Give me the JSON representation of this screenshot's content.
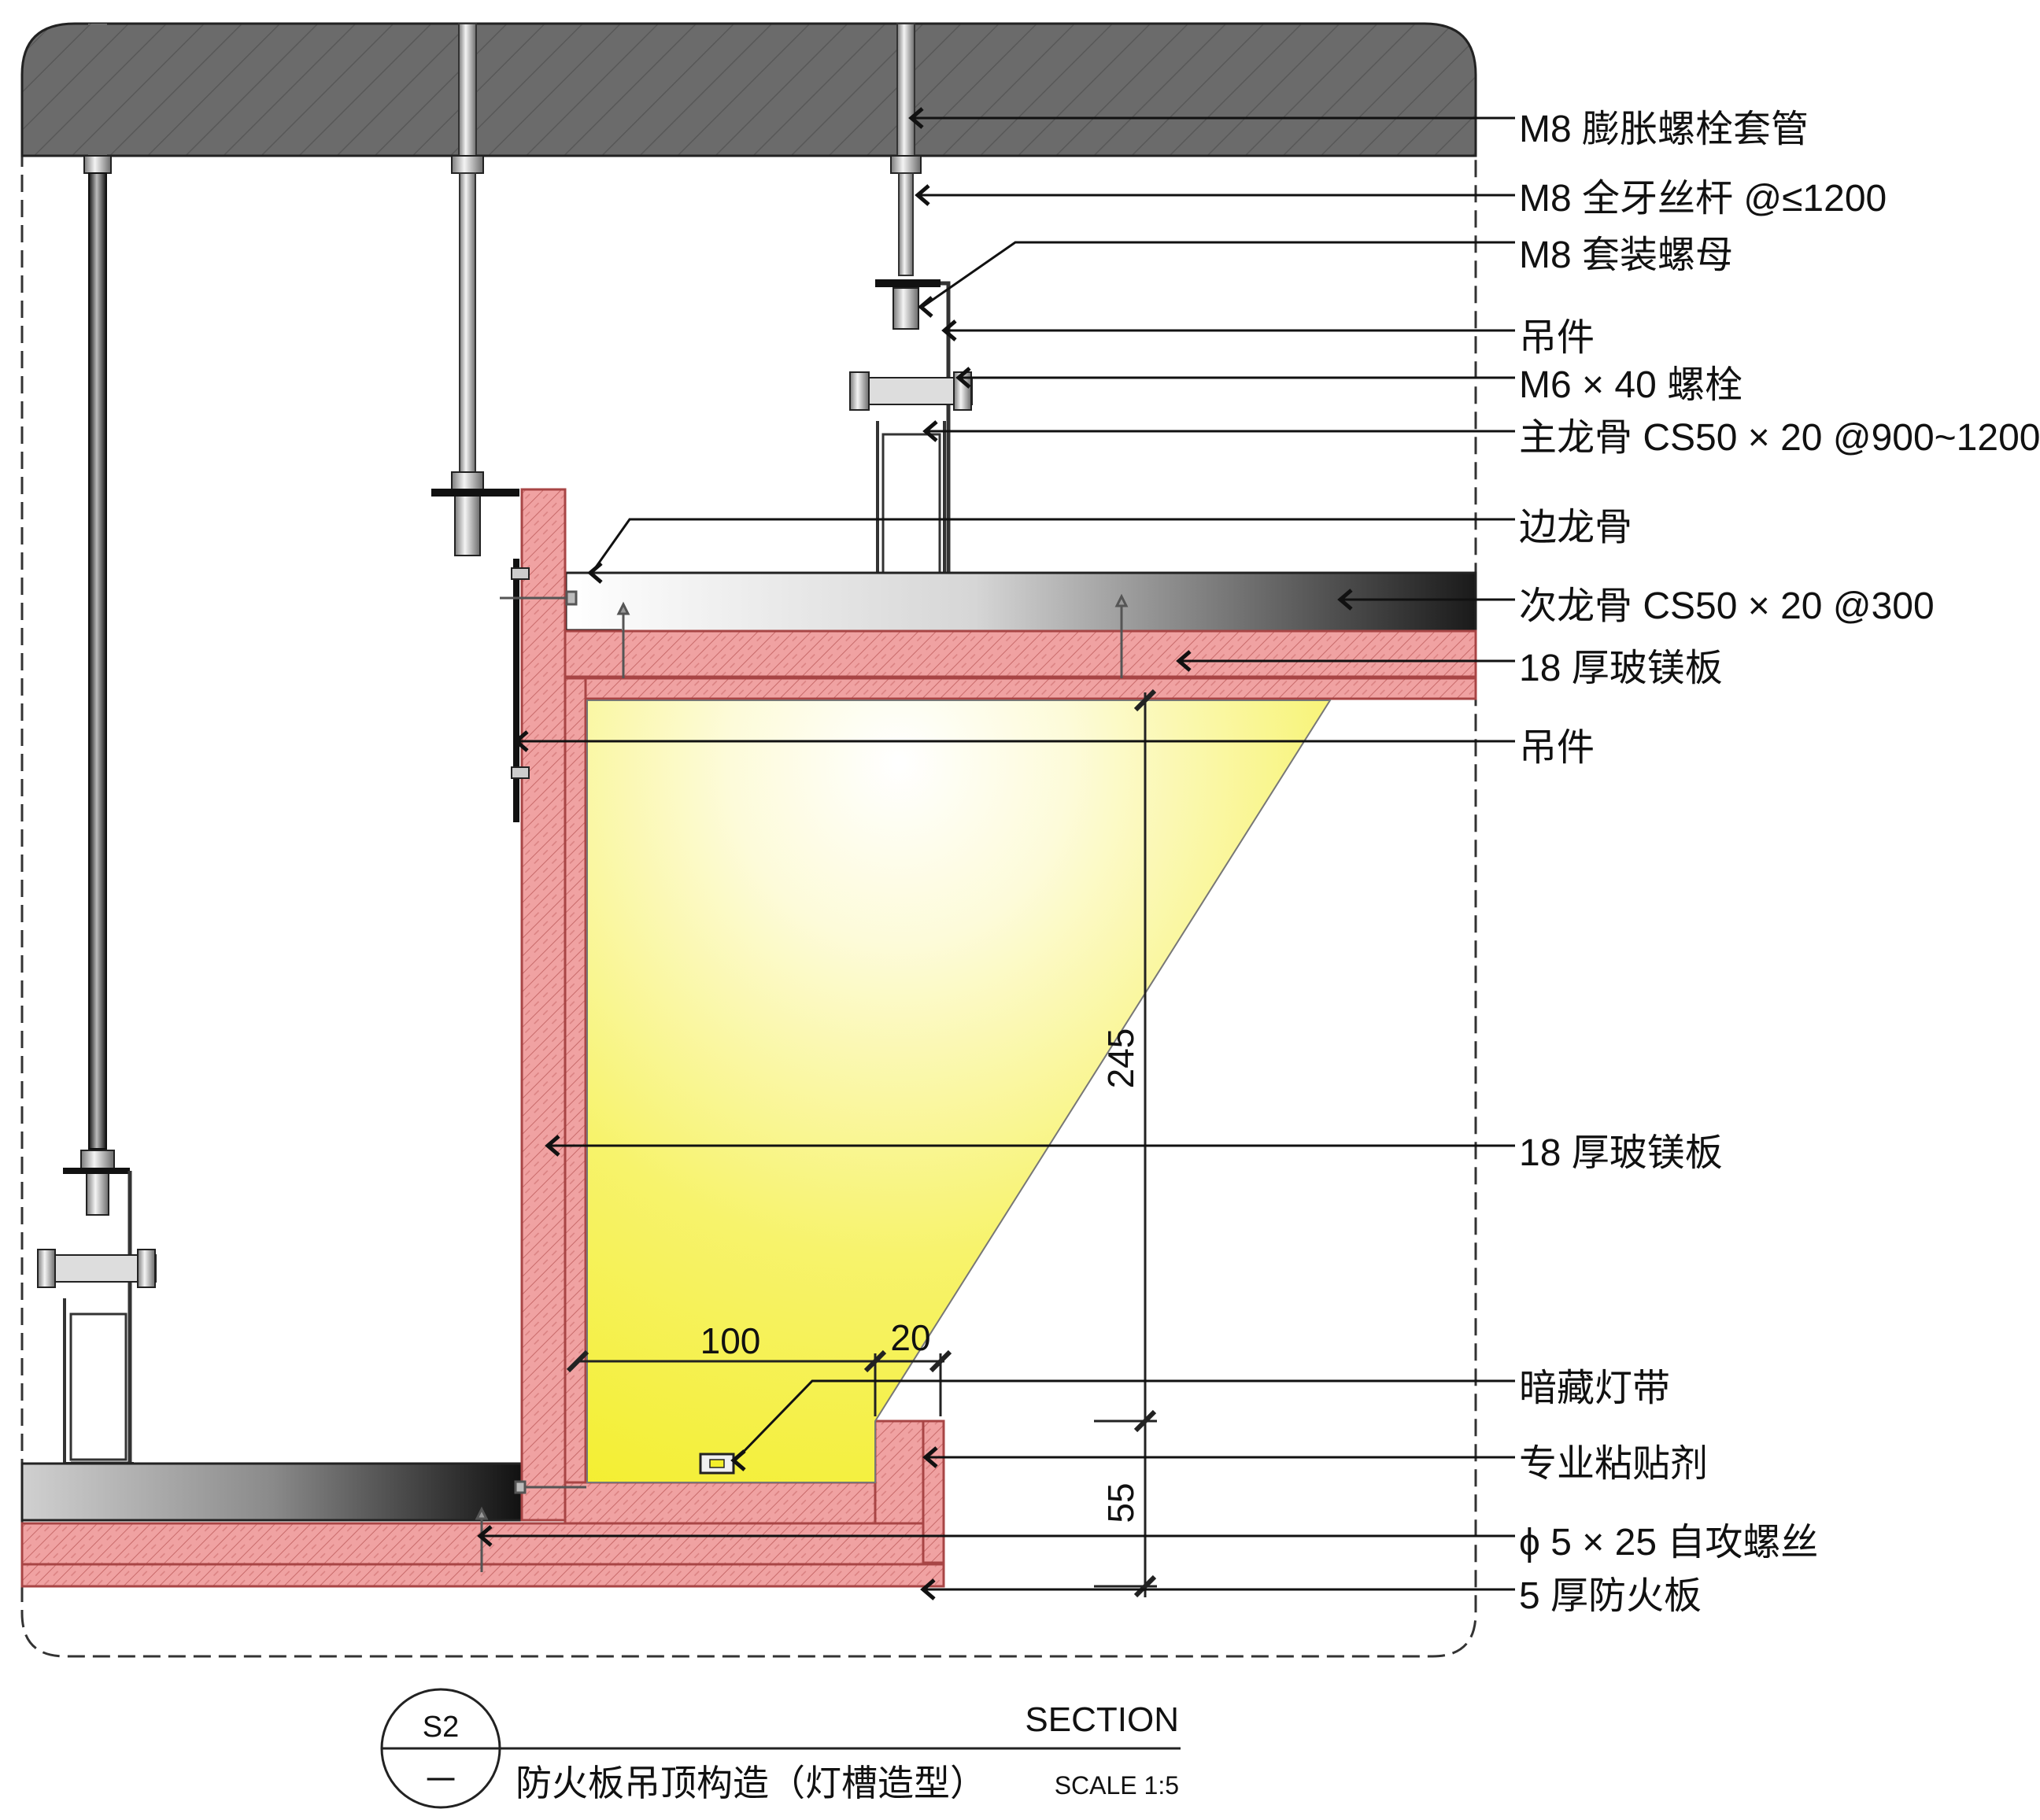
{
  "callouts": [
    "M8 膨胀螺栓套管",
    "M8 全牙丝杆 @≤1200",
    "M8 套装螺母",
    "吊件",
    "M6 × 40 螺栓",
    "主龙骨 CS50 × 20 @900~1200",
    "边龙骨",
    "次龙骨 CS50 × 20 @300",
    "18 厚玻镁板",
    "吊件",
    "18 厚玻镁板",
    "暗藏灯带",
    "专业粘贴剂",
    "ϕ 5 × 25  自攻螺丝",
    "5 厚防火板"
  ],
  "dimensions": {
    "width_main": "100",
    "width_lip": "20",
    "height_cove": "245",
    "height_lip": "55"
  },
  "title_block": {
    "symbol_top": "S2",
    "symbol_bottom": "一",
    "section_label": "SECTION",
    "title": "防火板吊顶构造（灯槽造型）",
    "scale": "SCALE 1:5"
  },
  "colors": {
    "board_fill": "#f0a2a2",
    "board_stroke": "#b24a4a",
    "concrete": "#6a6a6a",
    "light": "#f5f25a"
  }
}
